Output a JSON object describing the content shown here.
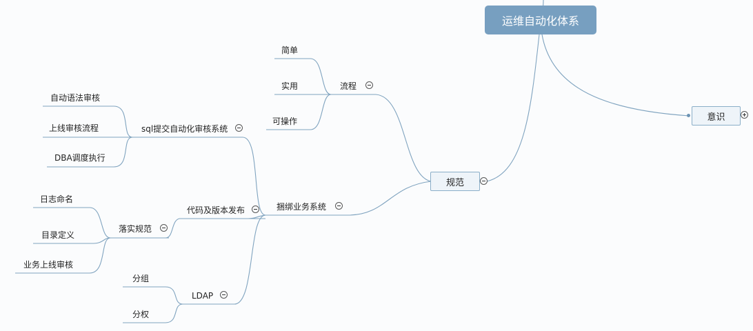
{
  "root": {
    "label": "运维自动化体系"
  },
  "branches": {
    "awareness": {
      "label": "意识",
      "collapsed": true
    },
    "standards": {
      "label": "规范",
      "collapsed": false
    },
    "process": {
      "label": "流程",
      "items": [
        "简单",
        "实用",
        "可操作"
      ]
    },
    "binding": {
      "label": "捆绑业务系统"
    },
    "sql_audit": {
      "label": "sql提交自动化审核系统",
      "items": [
        "自动语法审核",
        "上线审核流程",
        "DBA调度执行"
      ]
    },
    "code_release": {
      "label": "代码及版本发布"
    },
    "implement": {
      "label": "落实规范",
      "items": [
        "日志命名",
        "目录定义",
        "业务上线审核"
      ]
    },
    "ldap": {
      "label": "LDAP",
      "items": [
        "分组",
        "分权"
      ]
    }
  },
  "colors": {
    "root_fill": "#779fc0",
    "node_fill": "#eef4f9",
    "line": "#7fa3bf"
  }
}
